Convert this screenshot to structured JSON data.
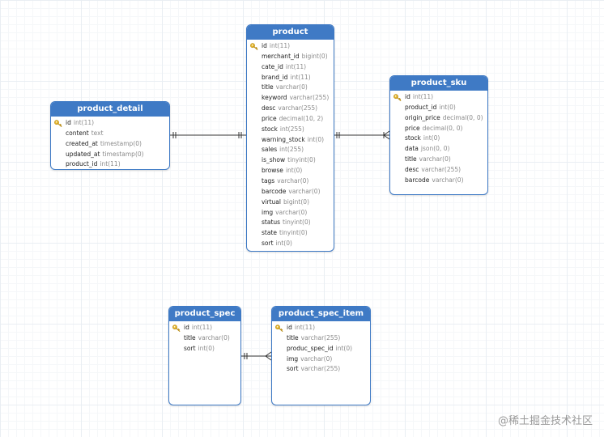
{
  "tables": {
    "product": {
      "name": "product",
      "fields": [
        {
          "name": "id",
          "type": "int(11)",
          "pk": true
        },
        {
          "name": "merchant_id",
          "type": "bigint(0)"
        },
        {
          "name": "cate_id",
          "type": "int(11)"
        },
        {
          "name": "brand_id",
          "type": "int(11)"
        },
        {
          "name": "title",
          "type": "varchar(0)"
        },
        {
          "name": "keyword",
          "type": "varchar(255)"
        },
        {
          "name": "desc",
          "type": "varchar(255)"
        },
        {
          "name": "price",
          "type": "decimal(10, 2)"
        },
        {
          "name": "stock",
          "type": "int(255)"
        },
        {
          "name": "warning_stock",
          "type": "int(0)"
        },
        {
          "name": "sales",
          "type": "int(255)"
        },
        {
          "name": "is_show",
          "type": "tinyint(0)"
        },
        {
          "name": "browse",
          "type": "int(0)"
        },
        {
          "name": "tags",
          "type": "varchar(0)"
        },
        {
          "name": "barcode",
          "type": "varchar(0)"
        },
        {
          "name": "virtual",
          "type": "bigint(0)"
        },
        {
          "name": "img",
          "type": "varchar(0)"
        },
        {
          "name": "status",
          "type": "tinyint(0)"
        },
        {
          "name": "state",
          "type": "tinyint(0)"
        },
        {
          "name": "sort",
          "type": "int(0)"
        }
      ]
    },
    "product_detail": {
      "name": "product_detail",
      "fields": [
        {
          "name": "id",
          "type": "int(11)",
          "pk": true
        },
        {
          "name": "content",
          "type": "text"
        },
        {
          "name": "created_at",
          "type": "timestamp(0)"
        },
        {
          "name": "updated_at",
          "type": "timestamp(0)"
        },
        {
          "name": "product_id",
          "type": "int(11)"
        }
      ]
    },
    "product_sku": {
      "name": "product_sku",
      "fields": [
        {
          "name": "id",
          "type": "int(11)",
          "pk": true
        },
        {
          "name": "product_id",
          "type": "int(0)"
        },
        {
          "name": "origin_price",
          "type": "decimal(0, 0)"
        },
        {
          "name": "price",
          "type": "decimal(0, 0)"
        },
        {
          "name": "stock",
          "type": "int(0)"
        },
        {
          "name": "data",
          "type": "json(0, 0)"
        },
        {
          "name": "title",
          "type": "varchar(0)"
        },
        {
          "name": "desc",
          "type": "varchar(255)"
        },
        {
          "name": "barcode",
          "type": "varchar(0)"
        }
      ]
    },
    "product_spec": {
      "name": "product_spec",
      "fields": [
        {
          "name": "id",
          "type": "int(11)",
          "pk": true
        },
        {
          "name": "title",
          "type": "varchar(0)"
        },
        {
          "name": "sort",
          "type": "int(0)"
        }
      ]
    },
    "product_spec_item": {
      "name": "product_spec_item",
      "fields": [
        {
          "name": "id",
          "type": "int(11)",
          "pk": true
        },
        {
          "name": "title",
          "type": "varchar(255)"
        },
        {
          "name": "produc_spec_id",
          "type": "int(0)"
        },
        {
          "name": "img",
          "type": "varchar(0)"
        },
        {
          "name": "sort",
          "type": "varchar(255)"
        }
      ]
    }
  },
  "watermark": "@稀土掘金技术社区",
  "colors": {
    "header": "#3f7ac5",
    "border": "#3f7ac5",
    "line": "#333333",
    "key": "#e5b72e"
  }
}
